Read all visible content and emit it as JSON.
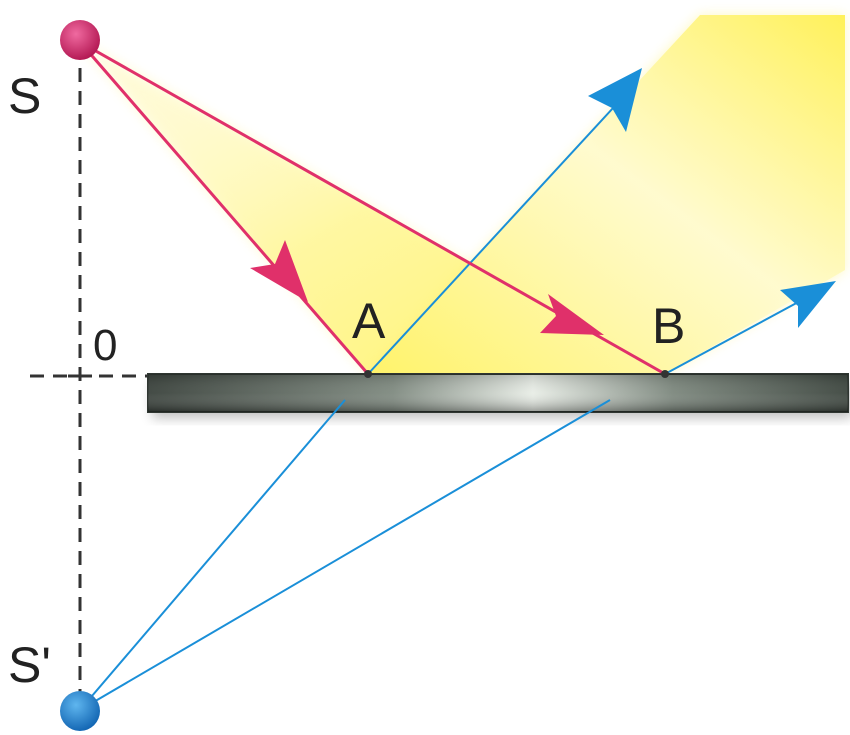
{
  "labels": {
    "source": "S",
    "image": "S'",
    "origin": "0",
    "point_a": "A",
    "point_b": "B"
  },
  "colors": {
    "incident_ray": "#e0306a",
    "reflected_ray": "#1a8fd8",
    "source_dot": "#cc1f5f",
    "image_dot": "#1a7fd0",
    "light_beam": "#fff36a",
    "mirror": "#4f5851",
    "axis": "#333333"
  }
}
